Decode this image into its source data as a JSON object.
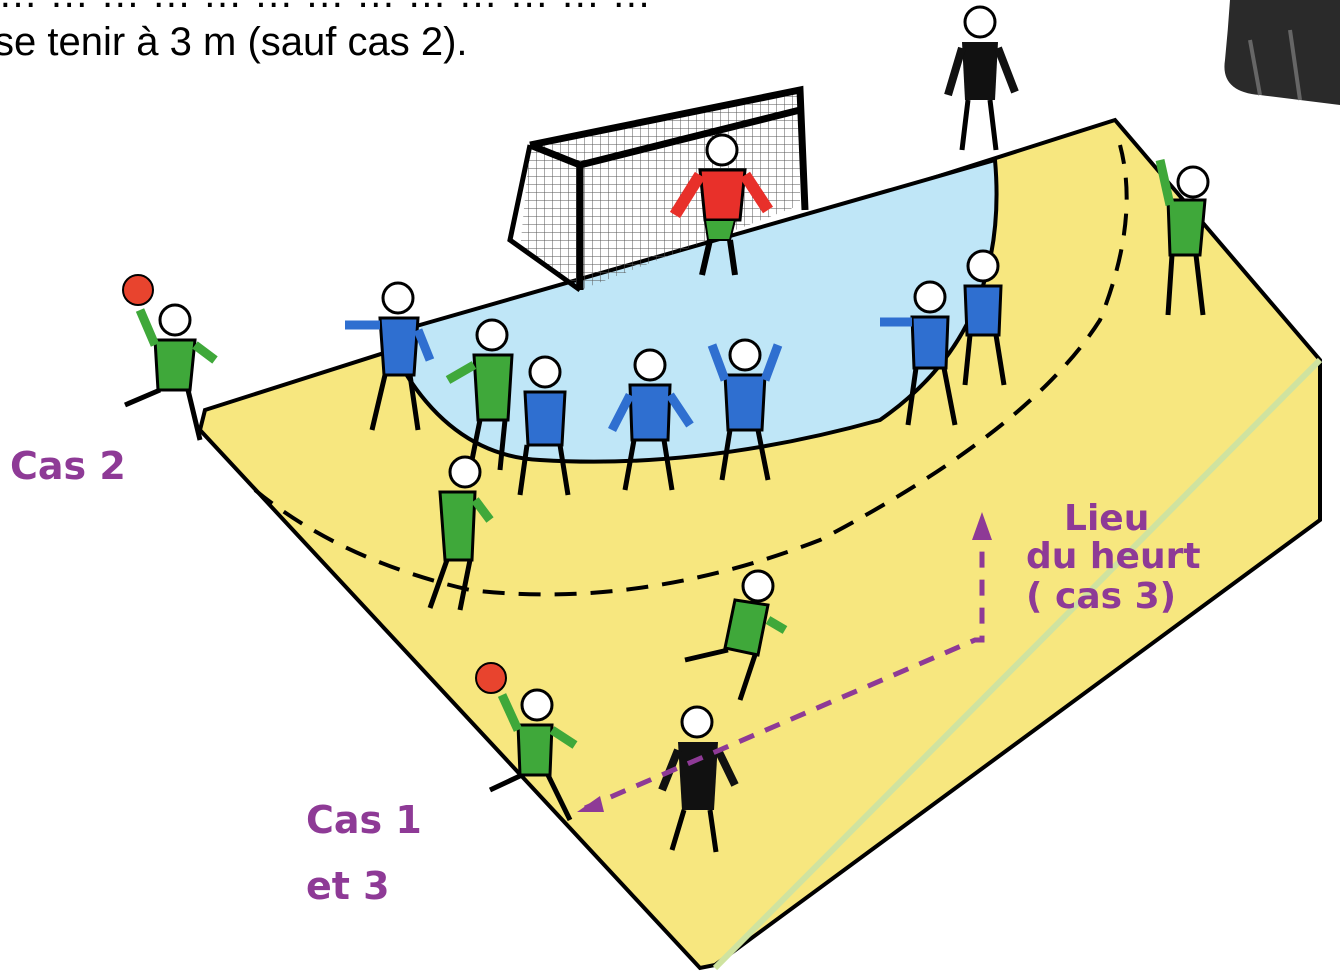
{
  "caption": {
    "top_fragment": "… … … … … … … … … … … … …",
    "line": "se tenir à 3 m (sauf cas 2)."
  },
  "labels": {
    "cas2": "Cas 2",
    "cas1": "Cas 1",
    "et3": "et 3",
    "lieu": "Lieu",
    "du_heurt": "du heurt",
    "cas3": "( cas 3)"
  },
  "colors": {
    "court": "#f7e77f",
    "goal_area": "#bfe6f7",
    "attack_team": "#3fa83a",
    "defense_team": "#2f6fd0",
    "goalkeeper": "#e8302a",
    "referee": "#111111",
    "ball": "#e8442e",
    "label": "#8e3a96"
  },
  "icons": [
    "handball-ball",
    "goal-net",
    "referee",
    "player"
  ]
}
